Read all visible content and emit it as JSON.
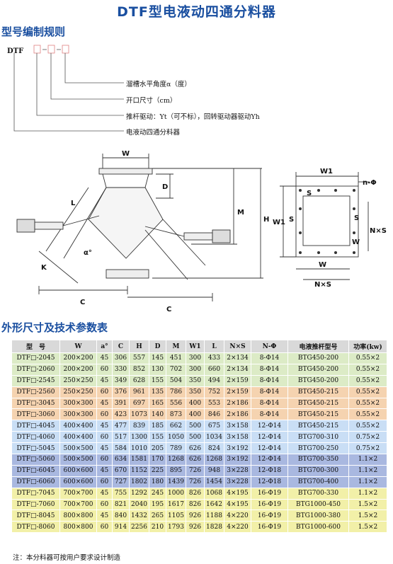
{
  "title": "DTF型电液动四通分料器",
  "section_naming": "型号编制规则",
  "section_table": "外形尺寸及技术参数表",
  "naming": {
    "code": "DTF",
    "labels": [
      "溜槽水平角度α（度）",
      "开口尺寸（cm）",
      "推杆驱动：Yt（可不标），回转驱动器驱动Yh",
      "电液动四通分料器"
    ]
  },
  "drawing_labels": {
    "w": "W",
    "d": "D",
    "l": "L",
    "m": "M",
    "h": "H",
    "k": "K",
    "c1": "C",
    "c2": "C",
    "w1": "W1",
    "n_phi": "n-Φ",
    "s1": "S",
    "s2": "S",
    "s3": "S",
    "w1v": "W1",
    "nxs_v": "N×S",
    "wv": "W",
    "wb": "W",
    "nxs_b": "N×S",
    "alpha": "α°"
  },
  "table": {
    "headers": [
      "型　号",
      "W",
      "a°",
      "C",
      "H",
      "D",
      "M",
      "W1",
      "L",
      "N×S",
      "N-Φ",
      "电液推杆型号",
      "功率(kw)"
    ],
    "rows": [
      [
        "DTF□-2045",
        "200×200",
        "45",
        "306",
        "557",
        "145",
        "451",
        "300",
        "433",
        "2×134",
        "8-Φ14",
        "BTG450-200",
        "0.55×2"
      ],
      [
        "DTF□-2060",
        "200×200",
        "60",
        "330",
        "852",
        "130",
        "702",
        "300",
        "660",
        "2×134",
        "8-Φ14",
        "BTG450-200",
        "0.55×2"
      ],
      [
        "DTF□-2545",
        "250×250",
        "45",
        "349",
        "628",
        "155",
        "504",
        "350",
        "494",
        "2×159",
        "8-Φ14",
        "BTG450-200",
        "0.55×2"
      ],
      [
        "DTF□-2560",
        "250×250",
        "60",
        "376",
        "961",
        "135",
        "786",
        "350",
        "752",
        "2×159",
        "8-Φ14",
        "BTG450-215",
        "0.55×2"
      ],
      [
        "DTF□-3045",
        "300×300",
        "45",
        "391",
        "697",
        "165",
        "556",
        "400",
        "553",
        "2×186",
        "8-Φ14",
        "BTG450-215",
        "0.55×2"
      ],
      [
        "DTF□-3060",
        "300×300",
        "60",
        "423",
        "1073",
        "140",
        "873",
        "400",
        "846",
        "2×186",
        "8-Φ14",
        "BTG450-215",
        "0.55×2"
      ],
      [
        "DTF□-4045",
        "400×400",
        "45",
        "477",
        "839",
        "185",
        "662",
        "500",
        "675",
        "3×158",
        "12-Φ14",
        "BTG450-215",
        "0.55×2"
      ],
      [
        "DTF□-4060",
        "400×400",
        "60",
        "517",
        "1300",
        "155",
        "1050",
        "500",
        "1034",
        "3×158",
        "12-Φ14",
        "BTG700-310",
        "0.75×2"
      ],
      [
        "DTF□-5045",
        "500×500",
        "45",
        "584",
        "1010",
        "205",
        "789",
        "626",
        "824",
        "3×192",
        "12-Φ14",
        "BTG700-250",
        "0.75×2"
      ],
      [
        "DTF□-5060",
        "500×500",
        "60",
        "634",
        "1581",
        "170",
        "1268",
        "626",
        "1268",
        "3×192",
        "12-Φ14",
        "BTG700-350",
        "1.1×2"
      ],
      [
        "DTF□-6045",
        "600×600",
        "45",
        "670",
        "1152",
        "225",
        "895",
        "726",
        "948",
        "3×228",
        "12-Φ18",
        "BTG700-300",
        "1.1×2"
      ],
      [
        "DTF□-6060",
        "600×600",
        "60",
        "727",
        "1802",
        "180",
        "1439",
        "726",
        "1454",
        "3×228",
        "12-Φ18",
        "BTG700-400",
        "1.1×2"
      ],
      [
        "DTF□-7045",
        "700×700",
        "45",
        "755",
        "1292",
        "245",
        "1000",
        "826",
        "1068",
        "4×195",
        "16-Φ19",
        "BTG700-330",
        "1.1×2"
      ],
      [
        "DTF□-7060",
        "700×700",
        "60",
        "821",
        "2040",
        "195",
        "1617",
        "826",
        "1642",
        "4×195",
        "16-Φ19",
        "BTG1000-450",
        "1.5×2"
      ],
      [
        "DTF□-8045",
        "800×800",
        "45",
        "840",
        "1432",
        "265",
        "1105",
        "926",
        "1188",
        "4×220",
        "16-Φ19",
        "BTG1000-380",
        "1.5×2"
      ],
      [
        "DTF□-8060",
        "800×800",
        "60",
        "914",
        "2256",
        "210",
        "1793",
        "926",
        "1828",
        "4×220",
        "16-Φ19",
        "BTG1000-600",
        "1.5×2"
      ]
    ]
  },
  "note": "注：本分料器可按用户要求设计制造"
}
